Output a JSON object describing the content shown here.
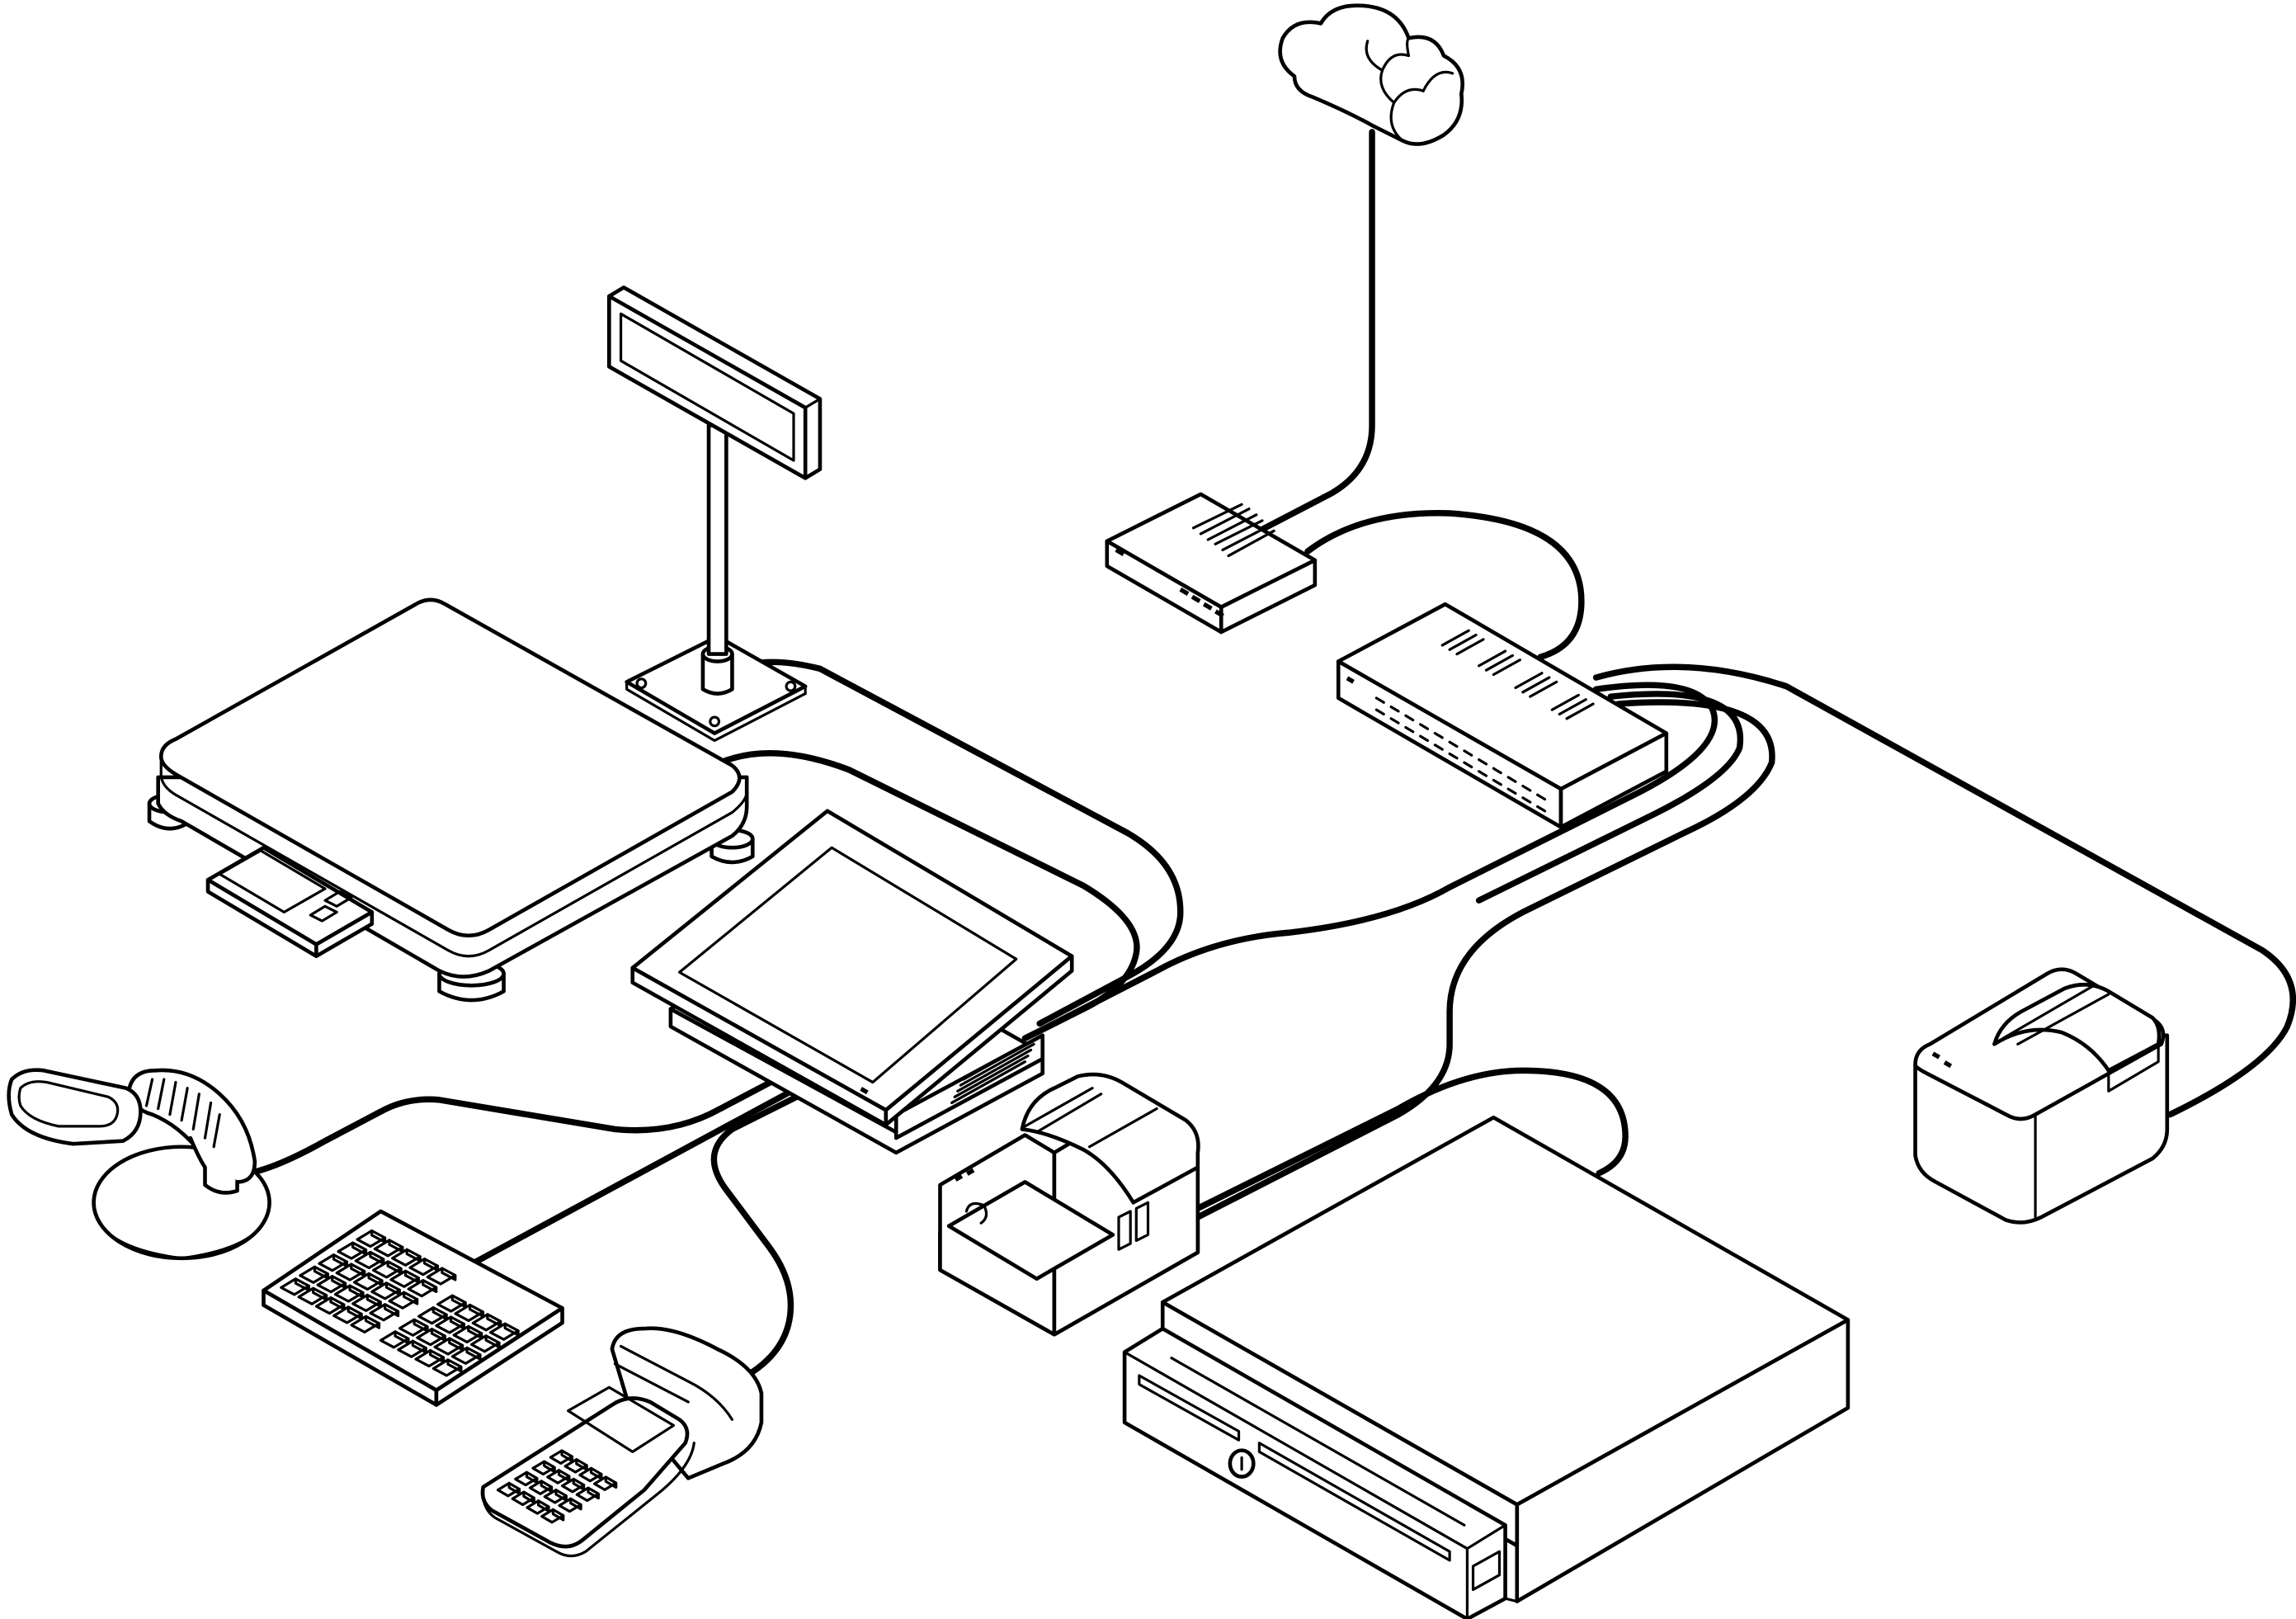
{
  "colors": {
    "line": "#000000",
    "fill": "#ffffff"
  },
  "devices": [
    {
      "id": "cloud",
      "icon": "cloud-icon"
    },
    {
      "id": "modem",
      "icon": "modem-router-icon"
    },
    {
      "id": "network-switch",
      "icon": "network-switch-icon"
    },
    {
      "id": "pole-display",
      "icon": "customer-pole-display-icon"
    },
    {
      "id": "weighing-scale",
      "icon": "weighing-scale-icon"
    },
    {
      "id": "touchscreen-terminal",
      "icon": "pos-touchscreen-icon"
    },
    {
      "id": "barcode-scanner",
      "icon": "handheld-barcode-scanner-icon"
    },
    {
      "id": "numeric-keypad",
      "icon": "numeric-keypad-icon"
    },
    {
      "id": "card-payment-terminal",
      "icon": "card-payment-terminal-icon"
    },
    {
      "id": "receipt-printer-front",
      "icon": "receipt-printer-icon"
    },
    {
      "id": "receipt-printer-kitchen",
      "icon": "receipt-printer-icon"
    },
    {
      "id": "cash-drawer",
      "icon": "cash-drawer-icon"
    }
  ],
  "connections": [
    {
      "from": "cloud",
      "to": "modem"
    },
    {
      "from": "modem",
      "to": "network-switch"
    },
    {
      "from": "network-switch",
      "to": "touchscreen-terminal"
    },
    {
      "from": "network-switch",
      "to": "receipt-printer-front"
    },
    {
      "from": "network-switch",
      "to": "cash-drawer"
    },
    {
      "from": "network-switch",
      "to": "receipt-printer-kitchen"
    },
    {
      "from": "pole-display",
      "to": "touchscreen-terminal"
    },
    {
      "from": "weighing-scale",
      "to": "touchscreen-terminal"
    },
    {
      "from": "barcode-scanner",
      "to": "touchscreen-terminal"
    },
    {
      "from": "numeric-keypad",
      "to": "touchscreen-terminal"
    },
    {
      "from": "card-payment-terminal",
      "to": "touchscreen-terminal"
    },
    {
      "from": "receipt-printer-front",
      "to": "cash-drawer"
    }
  ]
}
